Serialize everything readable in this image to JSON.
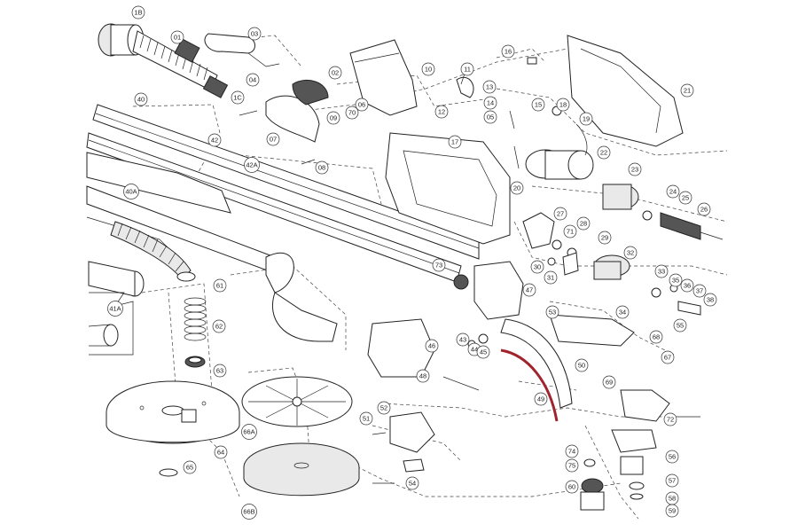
{
  "diagram": {
    "part_labels": [
      {
        "id": "1B"
      },
      {
        "id": "01"
      },
      {
        "id": "03"
      },
      {
        "id": "02"
      },
      {
        "id": "04"
      },
      {
        "id": "1C"
      },
      {
        "id": "06"
      },
      {
        "id": "70"
      },
      {
        "id": "10"
      },
      {
        "id": "11"
      },
      {
        "id": "12"
      },
      {
        "id": "13"
      },
      {
        "id": "14"
      },
      {
        "id": "05"
      },
      {
        "id": "16"
      },
      {
        "id": "15"
      },
      {
        "id": "18"
      },
      {
        "id": "19"
      },
      {
        "id": "21"
      },
      {
        "id": "17"
      },
      {
        "id": "22"
      },
      {
        "id": "23"
      },
      {
        "id": "20"
      },
      {
        "id": "40"
      },
      {
        "id": "42"
      },
      {
        "id": "42A"
      },
      {
        "id": "09"
      },
      {
        "id": "07"
      },
      {
        "id": "08"
      },
      {
        "id": "40A"
      },
      {
        "id": "24"
      },
      {
        "id": "25"
      },
      {
        "id": "26"
      },
      {
        "id": "27"
      },
      {
        "id": "28"
      },
      {
        "id": "71"
      },
      {
        "id": "29"
      },
      {
        "id": "30"
      },
      {
        "id": "31"
      },
      {
        "id": "32"
      },
      {
        "id": "33"
      },
      {
        "id": "34"
      },
      {
        "id": "35"
      },
      {
        "id": "36"
      },
      {
        "id": "37"
      },
      {
        "id": "38"
      },
      {
        "id": "73"
      },
      {
        "id": "47"
      },
      {
        "id": "61"
      },
      {
        "id": "62"
      },
      {
        "id": "63"
      },
      {
        "id": "41A"
      },
      {
        "id": "43"
      },
      {
        "id": "44"
      },
      {
        "id": "45"
      },
      {
        "id": "46"
      },
      {
        "id": "50"
      },
      {
        "id": "49"
      },
      {
        "id": "53"
      },
      {
        "id": "68"
      },
      {
        "id": "67"
      },
      {
        "id": "55"
      },
      {
        "id": "69"
      },
      {
        "id": "72"
      },
      {
        "id": "48"
      },
      {
        "id": "66A"
      },
      {
        "id": "64"
      },
      {
        "id": "65"
      },
      {
        "id": "51"
      },
      {
        "id": "52"
      },
      {
        "id": "66B"
      },
      {
        "id": "56"
      },
      {
        "id": "74"
      },
      {
        "id": "75"
      },
      {
        "id": "60"
      },
      {
        "id": "57"
      },
      {
        "id": "58"
      },
      {
        "id": "59"
      },
      {
        "id": "54"
      }
    ],
    "highlight_color": "#a0232d",
    "line_color": "#222222"
  }
}
